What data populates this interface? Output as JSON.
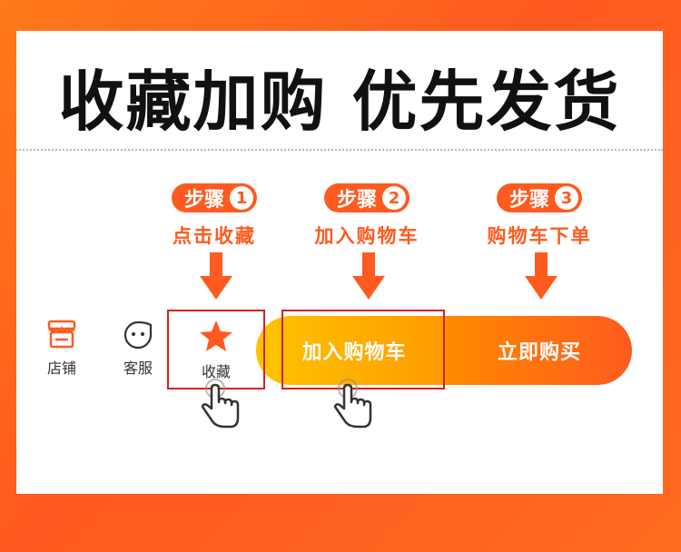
{
  "headline": "收藏加购 优先发货",
  "steps": [
    {
      "label": "步骤",
      "num": "1",
      "desc": "点击收藏"
    },
    {
      "label": "步骤",
      "num": "2",
      "desc": "加入购物车"
    },
    {
      "label": "步骤",
      "num": "3",
      "desc": "购物车下单"
    }
  ],
  "bar": {
    "shop_label": "店铺",
    "service_label": "客服",
    "favorite_label": "收藏",
    "add_cart_label": "加入购物车",
    "buy_now_label": "立即购买"
  },
  "colors": {
    "accent": "#ff5a1f",
    "yellow": "#ffc400",
    "highlight_box": "#d81e1e",
    "text_dark": "#111111"
  },
  "icons": [
    "shop-icon",
    "service-face-icon",
    "star-icon",
    "down-arrow-icon",
    "pointing-hand-icon"
  ]
}
